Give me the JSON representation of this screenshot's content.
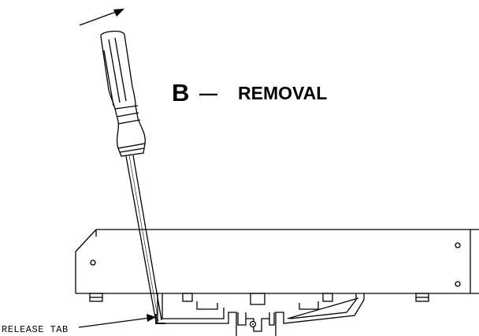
{
  "title": {
    "letter": "B",
    "dash": "—",
    "word": "REMOVAL"
  },
  "callout": {
    "release_tab": "RELEASE TAB"
  },
  "colors": {
    "line": "#000000",
    "background": "#ffffff"
  }
}
